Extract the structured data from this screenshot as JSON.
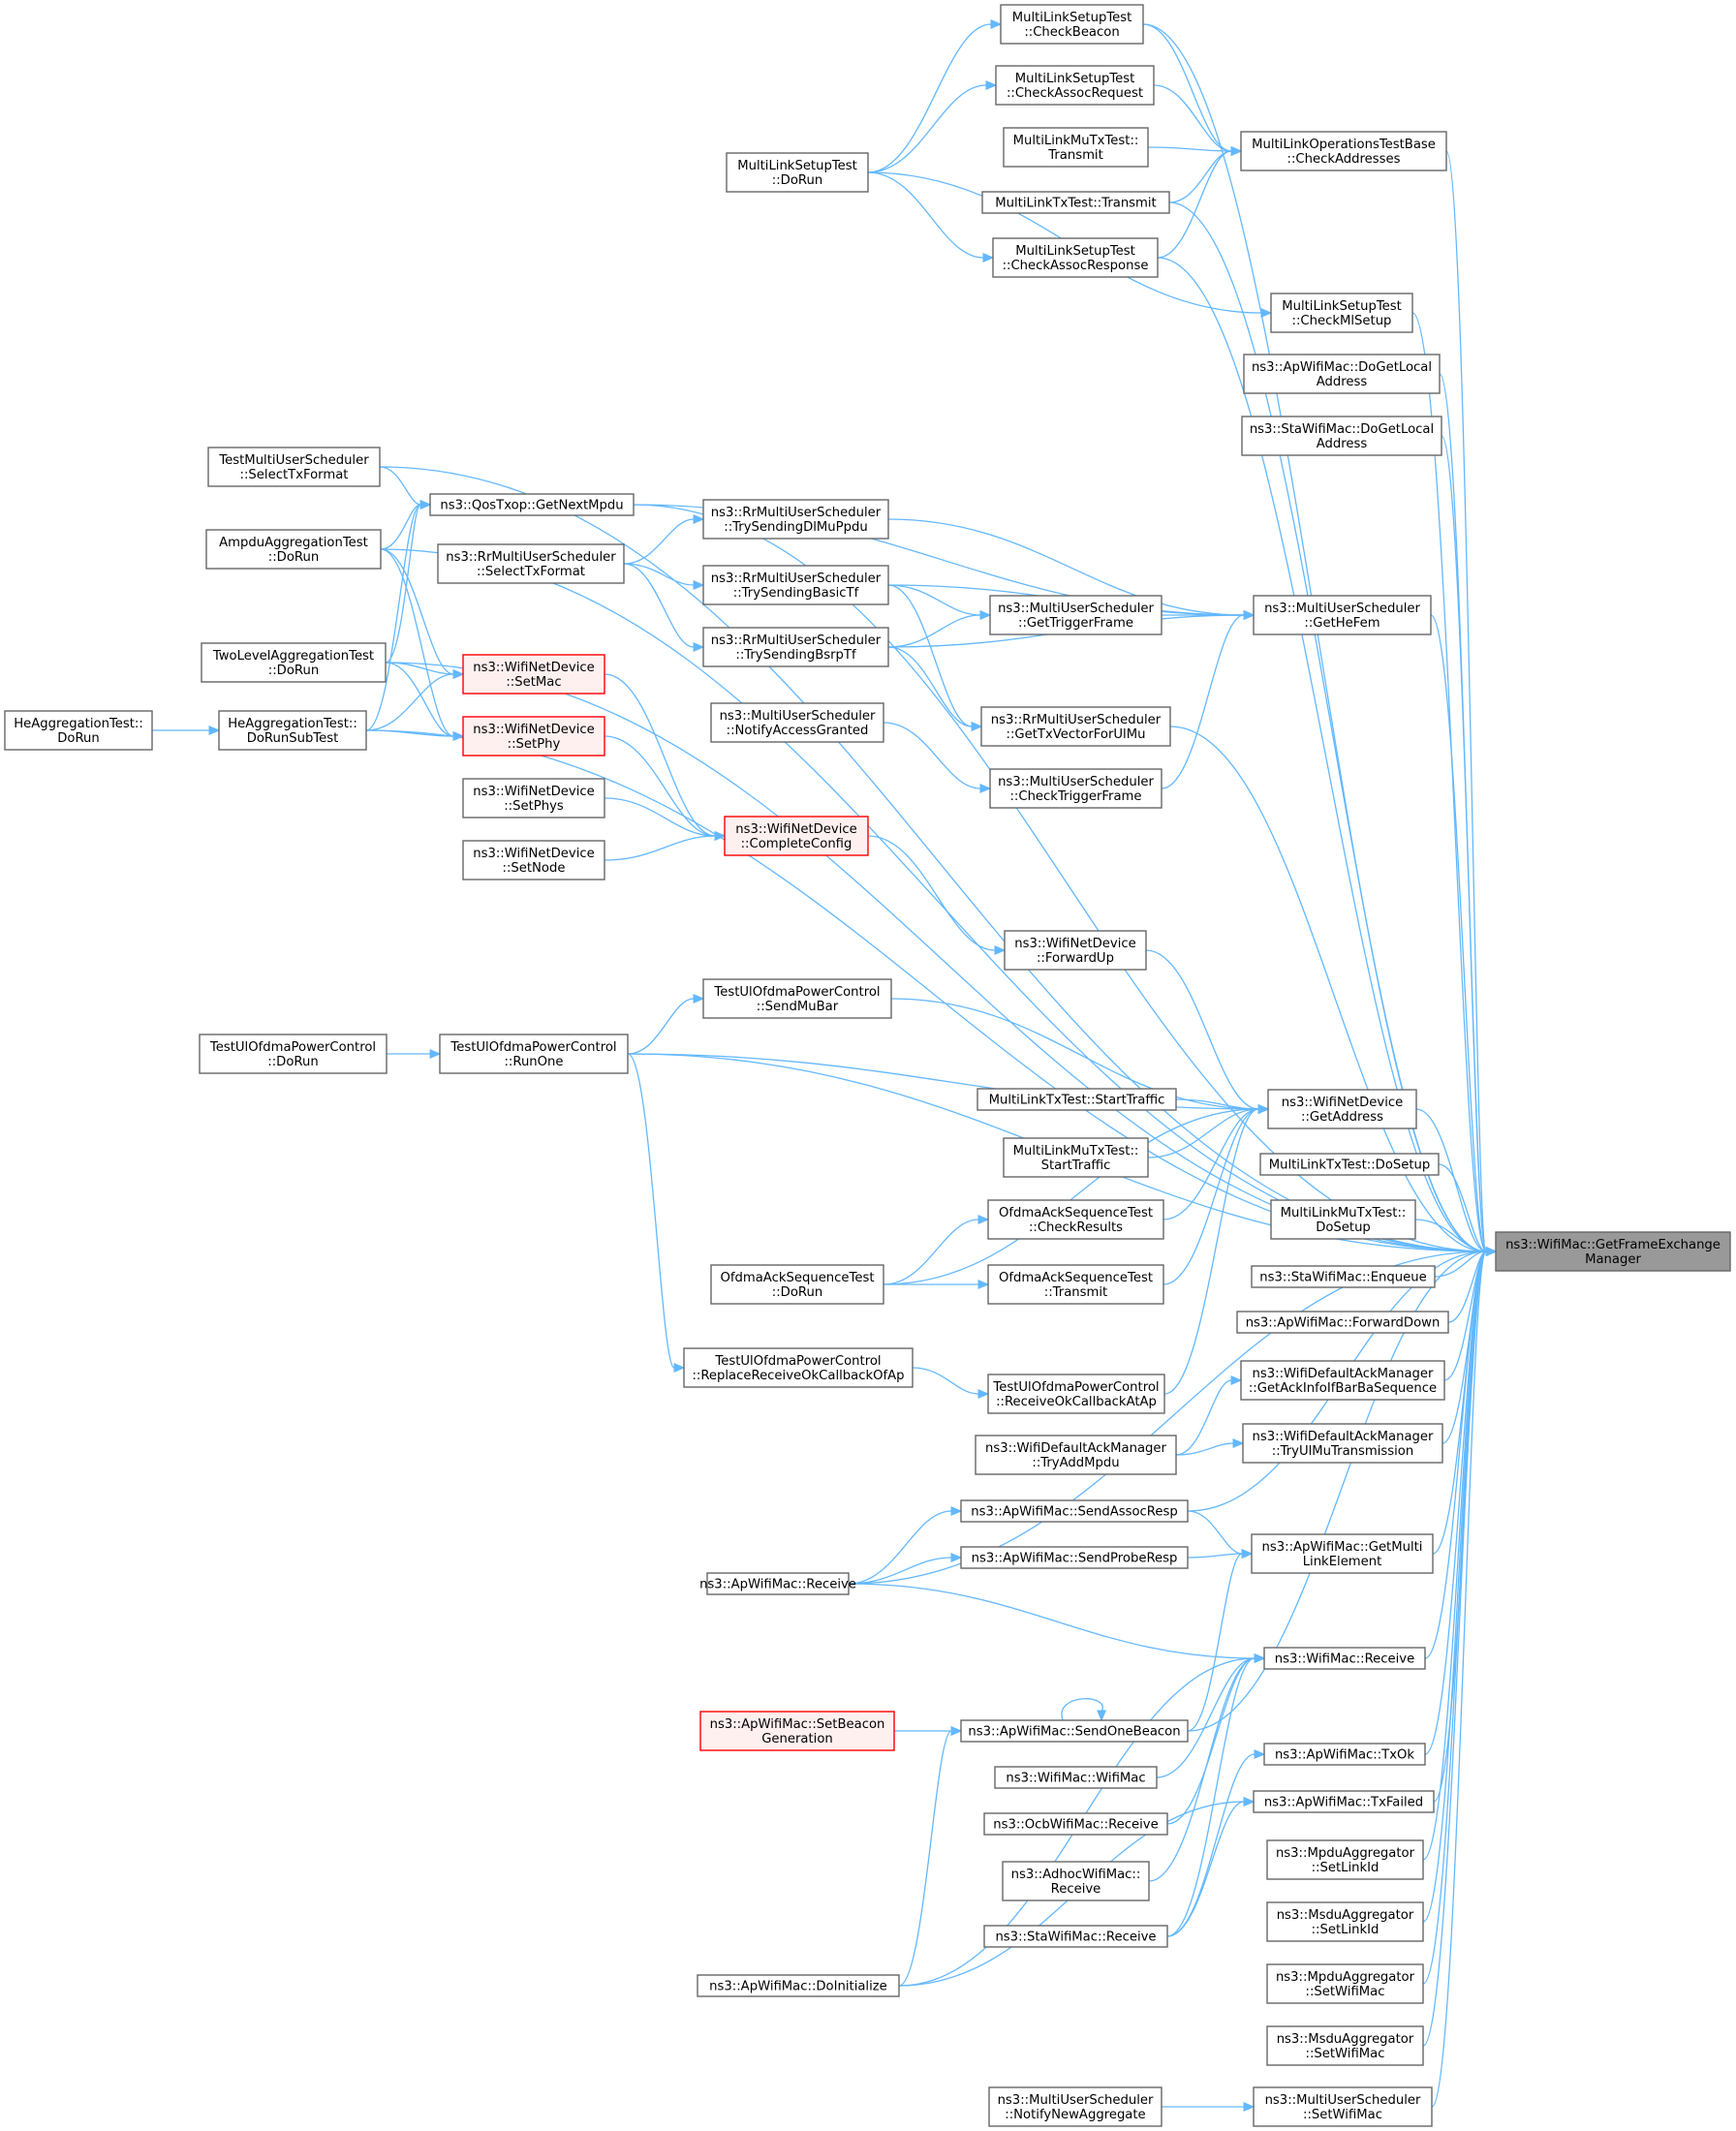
{
  "graph": {
    "nodes": [
      {
        "id": "target",
        "lines": [
          "ns3::WifiMac::GetFrameExchange",
          "Manager"
        ],
        "style": "focus"
      },
      {
        "id": "mlst_checkbeacon",
        "lines": [
          "MultiLinkSetupTest",
          "::CheckBeacon"
        ]
      },
      {
        "id": "mlst_checkassocreq",
        "lines": [
          "MultiLinkSetupTest",
          "::CheckAssocRequest"
        ]
      },
      {
        "id": "mlmutx_transmit",
        "lines": [
          "MultiLinkMuTxTest::",
          "Transmit"
        ]
      },
      {
        "id": "mlotb_checkaddr",
        "lines": [
          "MultiLinkOperationsTestBase",
          "::CheckAddresses"
        ]
      },
      {
        "id": "mlst_dorun",
        "lines": [
          "MultiLinkSetupTest",
          "::DoRun"
        ]
      },
      {
        "id": "mltx_transmit",
        "lines": [
          "MultiLinkTxTest::Transmit"
        ]
      },
      {
        "id": "mlst_checkassocresp",
        "lines": [
          "MultiLinkSetupTest",
          "::CheckAssocResponse"
        ]
      },
      {
        "id": "mlst_checkmlsetup",
        "lines": [
          "MultiLinkSetupTest",
          "::CheckMlSetup"
        ]
      },
      {
        "id": "ap_dogetlocal",
        "lines": [
          "ns3::ApWifiMac::DoGetLocal",
          "Address"
        ]
      },
      {
        "id": "sta_dogetlocal",
        "lines": [
          "ns3::StaWifiMac::DoGetLocal",
          "Address"
        ]
      },
      {
        "id": "tmus_selecttx",
        "lines": [
          "TestMultiUserScheduler",
          "::SelectTxFormat"
        ]
      },
      {
        "id": "qos_getnextmpdu",
        "lines": [
          "ns3::QosTxop::GetNextMpdu"
        ]
      },
      {
        "id": "rr_trydlmu",
        "lines": [
          "ns3::RrMultiUserScheduler",
          "::TrySendingDlMuPpdu"
        ]
      },
      {
        "id": "ampdu_dorun",
        "lines": [
          "AmpduAggregationTest",
          "::DoRun"
        ]
      },
      {
        "id": "rr_selecttx",
        "lines": [
          "ns3::RrMultiUserScheduler",
          "::SelectTxFormat"
        ]
      },
      {
        "id": "rr_trybasic",
        "lines": [
          "ns3::RrMultiUserScheduler",
          "::TrySendingBasicTf"
        ]
      },
      {
        "id": "mus_gettrigger",
        "lines": [
          "ns3::MultiUserScheduler",
          "::GetTriggerFrame"
        ]
      },
      {
        "id": "mus_gethefem",
        "lines": [
          "ns3::MultiUserScheduler",
          "::GetHeFem"
        ]
      },
      {
        "id": "twolevel_dorun",
        "lines": [
          "TwoLevelAggregationTest",
          "::DoRun"
        ]
      },
      {
        "id": "wnd_setmac",
        "lines": [
          "ns3::WifiNetDevice",
          "::SetMac"
        ],
        "style": "red"
      },
      {
        "id": "rr_trybsrp",
        "lines": [
          "ns3::RrMultiUserScheduler",
          "::TrySendingBsrpTf"
        ]
      },
      {
        "id": "heagg_dorun",
        "lines": [
          "HeAggregationTest::",
          "DoRun"
        ]
      },
      {
        "id": "heagg_dorunsub",
        "lines": [
          "HeAggregationTest::",
          "DoRunSubTest"
        ]
      },
      {
        "id": "wnd_setphy",
        "lines": [
          "ns3::WifiNetDevice",
          "::SetPhy"
        ],
        "style": "red"
      },
      {
        "id": "mus_notifyaccess",
        "lines": [
          "ns3::MultiUserScheduler",
          "::NotifyAccessGranted"
        ]
      },
      {
        "id": "rr_gettxvector",
        "lines": [
          "ns3::RrMultiUserScheduler",
          "::GetTxVectorForUlMu"
        ]
      },
      {
        "id": "mus_checktrigger",
        "lines": [
          "ns3::MultiUserScheduler",
          "::CheckTriggerFrame"
        ]
      },
      {
        "id": "wnd_setphys",
        "lines": [
          "ns3::WifiNetDevice",
          "::SetPhys"
        ]
      },
      {
        "id": "wnd_completeconfig",
        "lines": [
          "ns3::WifiNetDevice",
          "::CompleteConfig"
        ],
        "style": "red"
      },
      {
        "id": "wnd_setnode",
        "lines": [
          "ns3::WifiNetDevice",
          "::SetNode"
        ]
      },
      {
        "id": "wnd_forwardup",
        "lines": [
          "ns3::WifiNetDevice",
          "::ForwardUp"
        ]
      },
      {
        "id": "tulpc_sendmubar",
        "lines": [
          "TestUlOfdmaPowerControl",
          "::SendMuBar"
        ]
      },
      {
        "id": "tulpc_dorun",
        "lines": [
          "TestUlOfdmaPowerControl",
          "::DoRun"
        ]
      },
      {
        "id": "tulpc_runone",
        "lines": [
          "TestUlOfdmaPowerControl",
          "::RunOne"
        ]
      },
      {
        "id": "mltx_starttraffic",
        "lines": [
          "MultiLinkTxTest::StartTraffic"
        ]
      },
      {
        "id": "wnd_getaddress",
        "lines": [
          "ns3::WifiNetDevice",
          "::GetAddress"
        ]
      },
      {
        "id": "mlmutx_starttraffic",
        "lines": [
          "MultiLinkMuTxTest::",
          "StartTraffic"
        ]
      },
      {
        "id": "mltx_dosetup",
        "lines": [
          "MultiLinkTxTest::DoSetup"
        ]
      },
      {
        "id": "oas_checkresults",
        "lines": [
          "OfdmaAckSequenceTest",
          "::CheckResults"
        ]
      },
      {
        "id": "mlmutx_dosetup",
        "lines": [
          "MultiLinkMuTxTest::",
          "DoSetup"
        ]
      },
      {
        "id": "oas_dorun",
        "lines": [
          "OfdmaAckSequenceTest",
          "::DoRun"
        ]
      },
      {
        "id": "oas_transmit",
        "lines": [
          "OfdmaAckSequenceTest",
          "::Transmit"
        ]
      },
      {
        "id": "sta_enqueue",
        "lines": [
          "ns3::StaWifiMac::Enqueue"
        ]
      },
      {
        "id": "ap_forwarddown",
        "lines": [
          "ns3::ApWifiMac::ForwardDown"
        ]
      },
      {
        "id": "tulpc_replacecb",
        "lines": [
          "TestUlOfdmaPowerControl",
          "::ReplaceReceiveOkCallbackOfAp"
        ]
      },
      {
        "id": "wdam_getackinfo",
        "lines": [
          "ns3::WifiDefaultAckManager",
          "::GetAckInfoIfBarBaSequence"
        ]
      },
      {
        "id": "tulpc_receiveok",
        "lines": [
          "TestUlOfdmaPowerControl",
          "::ReceiveOkCallbackAtAp"
        ]
      },
      {
        "id": "wdam_tryaddmpdu",
        "lines": [
          "ns3::WifiDefaultAckManager",
          "::TryAddMpdu"
        ]
      },
      {
        "id": "wdam_tryulmu",
        "lines": [
          "ns3::WifiDefaultAckManager",
          "::TryUlMuTransmission"
        ]
      },
      {
        "id": "ap_sendassocresp",
        "lines": [
          "ns3::ApWifiMac::SendAssocResp"
        ]
      },
      {
        "id": "ap_getmultilink",
        "lines": [
          "ns3::ApWifiMac::GetMulti",
          "LinkElement"
        ]
      },
      {
        "id": "ap_sendproberesp",
        "lines": [
          "ns3::ApWifiMac::SendProbeResp"
        ]
      },
      {
        "id": "ap_receive",
        "lines": [
          "ns3::ApWifiMac::Receive"
        ]
      },
      {
        "id": "wm_receive",
        "lines": [
          "ns3::WifiMac::Receive"
        ]
      },
      {
        "id": "ap_setbeacongen",
        "lines": [
          "ns3::ApWifiMac::SetBeacon",
          "Generation"
        ],
        "style": "red"
      },
      {
        "id": "ap_sendonebeacon",
        "lines": [
          "ns3::ApWifiMac::SendOneBeacon"
        ]
      },
      {
        "id": "wm_wifimac",
        "lines": [
          "ns3::WifiMac::WifiMac"
        ]
      },
      {
        "id": "ap_txok",
        "lines": [
          "ns3::ApWifiMac::TxOk"
        ]
      },
      {
        "id": "ocb_receive",
        "lines": [
          "ns3::OcbWifiMac::Receive"
        ]
      },
      {
        "id": "ap_txfailed",
        "lines": [
          "ns3::ApWifiMac::TxFailed"
        ]
      },
      {
        "id": "adhoc_receive",
        "lines": [
          "ns3::AdhocWifiMac::",
          "Receive"
        ]
      },
      {
        "id": "mpdu_setlinkid",
        "lines": [
          "ns3::MpduAggregator",
          "::SetLinkId"
        ]
      },
      {
        "id": "msdu_setlinkid",
        "lines": [
          "ns3::MsduAggregator",
          "::SetLinkId"
        ]
      },
      {
        "id": "sta_receive",
        "lines": [
          "ns3::StaWifiMac::Receive"
        ]
      },
      {
        "id": "mpdu_setwifimac",
        "lines": [
          "ns3::MpduAggregator",
          "::SetWifiMac"
        ]
      },
      {
        "id": "ap_doinitialize",
        "lines": [
          "ns3::ApWifiMac::DoInitialize"
        ]
      },
      {
        "id": "msdu_setwifimac",
        "lines": [
          "ns3::MsduAggregator",
          "::SetWifiMac"
        ]
      },
      {
        "id": "mus_notifynewagg",
        "lines": [
          "ns3::MultiUserScheduler",
          "::NotifyNewAggregate"
        ]
      },
      {
        "id": "mus_setwifimac",
        "lines": [
          "ns3::MultiUserScheduler",
          "::SetWifiMac"
        ]
      }
    ],
    "edges": [
      [
        "mlst_checkbeacon",
        "target"
      ],
      [
        "mlotb_checkaddr",
        "target"
      ],
      [
        "mltx_transmit",
        "target"
      ],
      [
        "mlst_checkassocresp",
        "target"
      ],
      [
        "mlst_checkmlsetup",
        "target"
      ],
      [
        "ap_dogetlocal",
        "target"
      ],
      [
        "sta_dogetlocal",
        "target"
      ],
      [
        "tmus_selecttx",
        "target"
      ],
      [
        "qos_getnextmpdu",
        "target"
      ],
      [
        "ampdu_dorun",
        "target"
      ],
      [
        "mus_gethefem",
        "target"
      ],
      [
        "twolevel_dorun",
        "target"
      ],
      [
        "rr_gettxvector",
        "target"
      ],
      [
        "heagg_dorunsub",
        "target"
      ],
      [
        "wnd_getaddress",
        "target"
      ],
      [
        "tulpc_runone",
        "target"
      ],
      [
        "mltx_dosetup",
        "target"
      ],
      [
        "mlmutx_dosetup",
        "target"
      ],
      [
        "sta_enqueue",
        "target"
      ],
      [
        "ap_forwarddown",
        "target"
      ],
      [
        "wdam_getackinfo",
        "target"
      ],
      [
        "wdam_tryulmu",
        "target"
      ],
      [
        "ap_sendassocresp",
        "target"
      ],
      [
        "ap_getmultilink",
        "target"
      ],
      [
        "ap_receive",
        "target"
      ],
      [
        "wm_receive",
        "target"
      ],
      [
        "ap_txok",
        "target"
      ],
      [
        "ap_txfailed",
        "target"
      ],
      [
        "mpdu_setlinkid",
        "target"
      ],
      [
        "msdu_setlinkid",
        "target"
      ],
      [
        "mpdu_setwifimac",
        "target"
      ],
      [
        "msdu_setwifimac",
        "target"
      ],
      [
        "mus_setwifimac",
        "target"
      ],
      [
        "ap_sendonebeacon",
        "target"
      ],
      [
        "mlst_dorun",
        "mlst_checkbeacon"
      ],
      [
        "mlst_dorun",
        "mlst_checkassocreq"
      ],
      [
        "mlst_dorun",
        "mlst_checkassocresp"
      ],
      [
        "mlst_dorun",
        "mlst_checkmlsetup"
      ],
      [
        "mlst_checkbeacon",
        "mlotb_checkaddr"
      ],
      [
        "mlst_checkassocreq",
        "mlotb_checkaddr"
      ],
      [
        "mlmutx_transmit",
        "mlotb_checkaddr"
      ],
      [
        "mltx_transmit",
        "mlotb_checkaddr"
      ],
      [
        "mlst_checkassocresp",
        "mlotb_checkaddr"
      ],
      [
        "tmus_selecttx",
        "qos_getnextmpdu"
      ],
      [
        "ampdu_dorun",
        "qos_getnextmpdu"
      ],
      [
        "twolevel_dorun",
        "qos_getnextmpdu"
      ],
      [
        "heagg_dorunsub",
        "qos_getnextmpdu"
      ],
      [
        "rr_selecttx",
        "rr_trydlmu"
      ],
      [
        "rr_selecttx",
        "rr_trybasic"
      ],
      [
        "rr_selecttx",
        "rr_trybsrp"
      ],
      [
        "rr_trydlmu",
        "mus_gethefem"
      ],
      [
        "rr_trybasic",
        "mus_gethefem"
      ],
      [
        "rr_trybsrp",
        "mus_gethefem"
      ],
      [
        "qos_getnextmpdu",
        "mus_gethefem"
      ],
      [
        "mus_gettrigger",
        "mus_gethefem"
      ],
      [
        "mus_checktrigger",
        "mus_gethefem"
      ],
      [
        "rr_trybasic",
        "mus_gettrigger"
      ],
      [
        "rr_trybsrp",
        "mus_gettrigger"
      ],
      [
        "rr_trybasic",
        "rr_gettxvector"
      ],
      [
        "rr_trybsrp",
        "rr_gettxvector"
      ],
      [
        "mus_notifyaccess",
        "mus_checktrigger"
      ],
      [
        "heagg_dorun",
        "heagg_dorunsub"
      ],
      [
        "ampdu_dorun",
        "wnd_setmac"
      ],
      [
        "twolevel_dorun",
        "wnd_setmac"
      ],
      [
        "heagg_dorunsub",
        "wnd_setmac"
      ],
      [
        "ampdu_dorun",
        "wnd_setphy"
      ],
      [
        "twolevel_dorun",
        "wnd_setphy"
      ],
      [
        "heagg_dorunsub",
        "wnd_setphy"
      ],
      [
        "wnd_setmac",
        "wnd_completeconfig"
      ],
      [
        "wnd_setphy",
        "wnd_completeconfig"
      ],
      [
        "wnd_setphys",
        "wnd_completeconfig"
      ],
      [
        "wnd_setnode",
        "wnd_completeconfig"
      ],
      [
        "wnd_completeconfig",
        "wnd_forwardup"
      ],
      [
        "wnd_forwardup",
        "wnd_getaddress"
      ],
      [
        "tulpc_dorun",
        "tulpc_runone"
      ],
      [
        "tulpc_runone",
        "tulpc_sendmubar"
      ],
      [
        "tulpc_runone",
        "tulpc_replacecb"
      ],
      [
        "tulpc_sendmubar",
        "wnd_getaddress"
      ],
      [
        "tulpc_runone",
        "wnd_getaddress"
      ],
      [
        "mltx_starttraffic",
        "wnd_getaddress"
      ],
      [
        "mlmutx_starttraffic",
        "wnd_getaddress"
      ],
      [
        "oas_checkresults",
        "wnd_getaddress"
      ],
      [
        "oas_transmit",
        "wnd_getaddress"
      ],
      [
        "oas_dorun",
        "wnd_getaddress"
      ],
      [
        "tulpc_receiveok",
        "wnd_getaddress"
      ],
      [
        "oas_dorun",
        "oas_checkresults"
      ],
      [
        "oas_dorun",
        "oas_transmit"
      ],
      [
        "tulpc_replacecb",
        "tulpc_receiveok"
      ],
      [
        "wdam_tryaddmpdu",
        "wdam_getackinfo"
      ],
      [
        "wdam_tryaddmpdu",
        "wdam_tryulmu"
      ],
      [
        "ap_receive",
        "ap_sendassocresp"
      ],
      [
        "ap_receive",
        "ap_sendproberesp"
      ],
      [
        "ap_sendassocresp",
        "ap_getmultilink"
      ],
      [
        "ap_sendproberesp",
        "ap_getmultilink"
      ],
      [
        "ap_sendonebeacon",
        "ap_getmultilink"
      ],
      [
        "ap_receive",
        "wm_receive"
      ],
      [
        "ap_setbeacongen",
        "ap_sendonebeacon"
      ],
      [
        "ap_doinitialize",
        "ap_sendonebeacon"
      ],
      [
        "ap_sendonebeacon",
        "ap_sendonebeacon"
      ],
      [
        "wm_wifimac",
        "wm_receive"
      ],
      [
        "ocb_receive",
        "wm_receive"
      ],
      [
        "adhoc_receive",
        "wm_receive"
      ],
      [
        "sta_receive",
        "wm_receive"
      ],
      [
        "ap_doinitialize",
        "wm_receive"
      ],
      [
        "sta_receive",
        "ap_txok"
      ],
      [
        "sta_receive",
        "ap_txfailed"
      ],
      [
        "ap_doinitialize",
        "ap_txfailed"
      ],
      [
        "mus_notifynewagg",
        "mus_setwifimac"
      ]
    ]
  },
  "colors": {
    "edge": "#63b8ff",
    "node_border": "#666666",
    "node_fill": "#ffffff",
    "red_border": "#ff0000",
    "red_fill": "#fff0f0",
    "focus_border": "#666666",
    "focus_fill": "#999999"
  }
}
